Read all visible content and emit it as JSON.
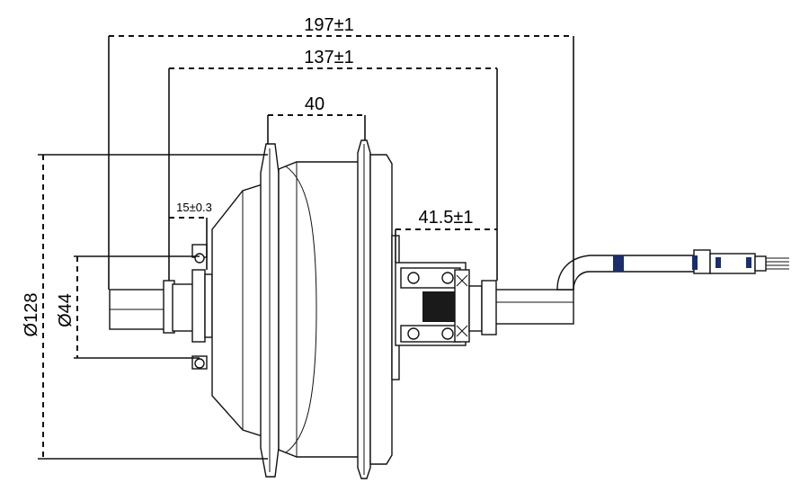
{
  "dimensions": {
    "overall_width": "197±1",
    "flange_width": "137±1",
    "hub_width": "40",
    "left_offset": "15±0.3",
    "right_offset": "41.5±1",
    "outer_diameter": "Ø128",
    "bolt_circle_diameter": "Ø44"
  },
  "colors": {
    "line": "#111111",
    "cable_marker": "#1a2e6e",
    "background": "#ffffff"
  }
}
